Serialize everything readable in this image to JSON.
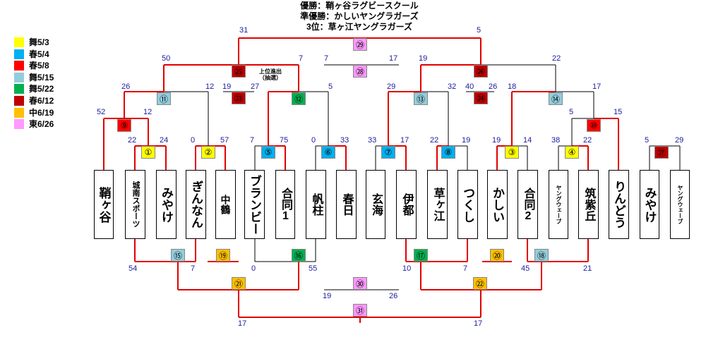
{
  "header": {
    "winner": "優勝：鞘ヶ谷ラグビースクール",
    "runner_up": "準優勝：かしいヤングラガーズ",
    "third": "3位：草ヶ江ヤングラガーズ"
  },
  "legend": [
    {
      "label": "舞5/3",
      "color": "#ffff00"
    },
    {
      "label": "春5/4",
      "color": "#00b0f0"
    },
    {
      "label": "春5/8",
      "color": "#ff0000"
    },
    {
      "label": "舞5/15",
      "color": "#92cddc"
    },
    {
      "label": "舞5/22",
      "color": "#00b050"
    },
    {
      "label": "春6/12",
      "color": "#c00000"
    },
    {
      "label": "中6/19",
      "color": "#ffc000"
    },
    {
      "label": "東6/26",
      "color": "#ff99ff"
    }
  ],
  "teams": [
    {
      "name": "鞘ヶ谷"
    },
    {
      "name": "城南スポーツ"
    },
    {
      "name": "みやけ"
    },
    {
      "name": "ぎんなん"
    },
    {
      "name": "中鶴"
    },
    {
      "name": "ブランビー"
    },
    {
      "name": "合同1"
    },
    {
      "name": "帆柱"
    },
    {
      "name": "春日"
    },
    {
      "name": "玄海"
    },
    {
      "name": "伊都"
    },
    {
      "name": "草ヶ江"
    },
    {
      "name": "つくし"
    },
    {
      "name": "かしい"
    },
    {
      "name": "合同2"
    },
    {
      "name": "ヤングウェーブ"
    },
    {
      "name": "筑紫丘"
    },
    {
      "name": "りんどう"
    },
    {
      "name": "みやけ"
    },
    {
      "name": "ヤングウェーブ"
    }
  ],
  "matches": [
    {
      "label": "①",
      "color": "#ffff00"
    },
    {
      "label": "②",
      "color": "#ffff00"
    },
    {
      "label": "③",
      "color": "#ffff00"
    },
    {
      "label": "④",
      "color": "#ffff00"
    },
    {
      "label": "⑤",
      "color": "#00b0f0"
    },
    {
      "label": "⑥",
      "color": "#00b0f0"
    },
    {
      "label": "⑦",
      "color": "#00b0f0"
    },
    {
      "label": "⑧",
      "color": "#00b0f0"
    },
    {
      "label": "⑨",
      "color": "#ff0000"
    },
    {
      "label": "⑩",
      "color": "#ff0000"
    },
    {
      "label": "⑪",
      "color": "#92cddc"
    },
    {
      "label": "⑫",
      "color": "#00b050"
    },
    {
      "label": "⑬",
      "color": "#92cddc"
    },
    {
      "label": "⑭",
      "color": "#92cddc"
    },
    {
      "label": "⑮",
      "color": "#92cddc"
    },
    {
      "label": "⑯",
      "color": "#00b050"
    },
    {
      "label": "⑰",
      "color": "#00b050"
    },
    {
      "label": "⑱",
      "color": "#92cddc"
    },
    {
      "label": "⑲",
      "color": "#ffc000"
    },
    {
      "label": "⑳",
      "color": "#ffc000"
    },
    {
      "label": "㉑",
      "color": "#ffc000"
    },
    {
      "label": "㉒",
      "color": "#ffc000"
    },
    {
      "label": "㉓",
      "color": "#c00000"
    },
    {
      "label": "㉔",
      "color": "#c00000"
    },
    {
      "label": "㉕",
      "color": "#c00000"
    },
    {
      "label": "㉖",
      "color": "#c00000"
    },
    {
      "label": "㉗",
      "color": "#c00000"
    },
    {
      "label": "㉘",
      "color": "#ff99ff"
    },
    {
      "label": "㉙",
      "color": "#ff99ff"
    },
    {
      "label": "㉚",
      "color": "#ff99ff"
    },
    {
      "label": "㉛",
      "color": "#ff99ff"
    }
  ],
  "scores": [
    "31",
    "5",
    "50",
    "7",
    "7",
    "17",
    "19",
    "22",
    "19",
    "27",
    "40",
    "26",
    "26",
    "12",
    "5",
    "29",
    "32",
    "18",
    "17",
    "52",
    "12",
    "5",
    "15",
    "22",
    "24",
    "0",
    "57",
    "7",
    "75",
    "0",
    "33",
    "33",
    "17",
    "22",
    "19",
    "19",
    "14",
    "38",
    "22",
    "5",
    "29",
    "54",
    "7",
    "0",
    "55",
    "10",
    "7",
    "45",
    "21",
    "19",
    "26",
    "17",
    "17"
  ],
  "notes": {
    "lottery": "上位進出\n（抽選）"
  }
}
